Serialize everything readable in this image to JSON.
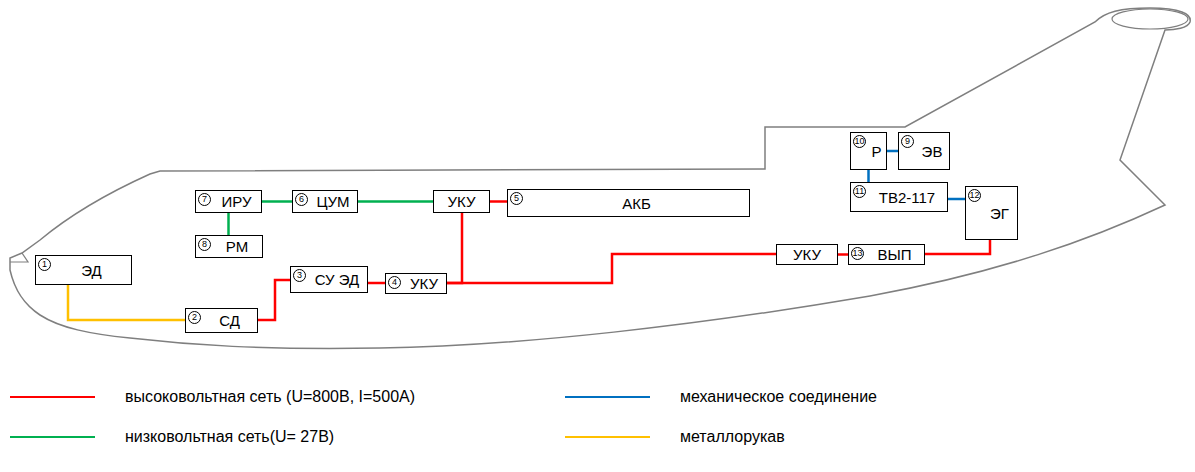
{
  "diagram": {
    "nodes": [
      {
        "text": [
          "1",
          "ЭД"
        ]
      },
      {
        "text": [
          "2",
          "СД"
        ]
      },
      {
        "text": [
          "3",
          "СУ ЭД"
        ]
      },
      {
        "text": [
          "4",
          "УКУ"
        ]
      },
      {
        "text": [
          "5",
          "АКБ"
        ]
      },
      {
        "text": [
          "6",
          "ЦУМ"
        ]
      },
      {
        "text": [
          "7",
          "ИРУ"
        ]
      },
      {
        "text": [
          "8",
          "РМ"
        ]
      },
      {
        "text": [
          "9",
          "ЭВ"
        ]
      },
      {
        "text": [
          "10",
          "Р"
        ]
      },
      {
        "text": [
          "11",
          "ТВ2-117"
        ]
      },
      {
        "text": [
          "12",
          "ЭГ"
        ]
      },
      {
        "text": [
          "13",
          "ВЫП"
        ]
      },
      {
        "text": [
          "УКУ"
        ]
      },
      {
        "text": [
          "УКУ"
        ]
      }
    ],
    "edges": [
      {
        "from": 0,
        "to": 1,
        "arrow": "none"
      },
      {
        "from": 1,
        "to": 2,
        "arrow": "none"
      },
      {
        "from": 2,
        "to": 3,
        "arrow": "none"
      },
      {
        "from": 3,
        "to": 13,
        "arrow": "none"
      },
      {
        "from": 3,
        "to": 14,
        "arrow": "none"
      },
      {
        "from": 13,
        "to": 4,
        "arrow": "none"
      },
      {
        "from": 5,
        "to": 13,
        "arrow": "none"
      },
      {
        "from": 6,
        "to": 5,
        "arrow": "none"
      },
      {
        "from": 6,
        "to": 7,
        "arrow": "none"
      },
      {
        "from": 14,
        "to": 12,
        "arrow": "none"
      },
      {
        "from": 12,
        "to": 11,
        "arrow": "none"
      },
      {
        "from": 9,
        "to": 8,
        "arrow": "none"
      },
      {
        "from": 9,
        "to": 10,
        "arrow": "none"
      },
      {
        "from": 10,
        "to": 11,
        "arrow": "none"
      }
    ],
    "legend": [
      {
        "text": "высоковольтная сеть (U=800В, I=500А)",
        "color": "#ff0000"
      },
      {
        "text": "механическое соединение",
        "color": "#0070c0"
      },
      {
        "text": "низковольтная сеть(U= 27В)",
        "color": "#00b050"
      },
      {
        "text": "металлорукав",
        "color": "#ffc000"
      }
    ]
  }
}
